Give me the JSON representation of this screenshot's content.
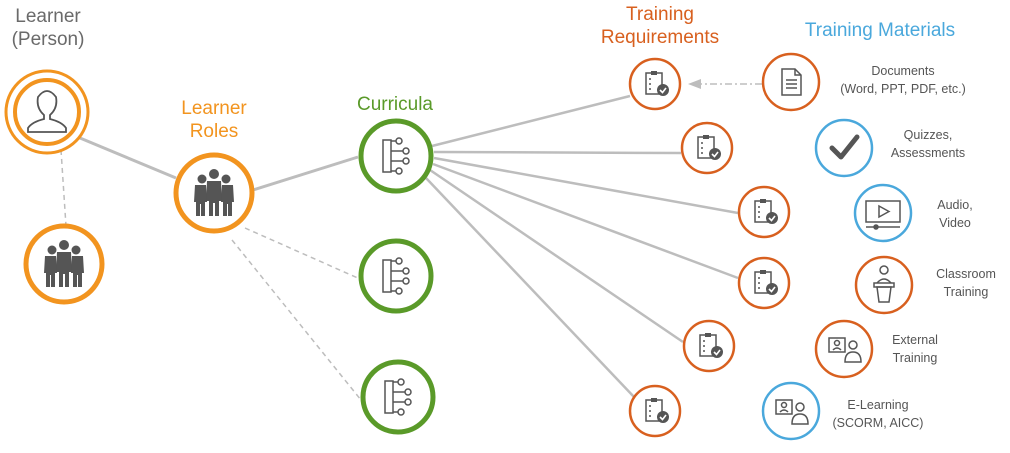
{
  "labels": {
    "learner_line1": "Learner",
    "learner_line2": "(Person)",
    "roles_line1": "Learner",
    "roles_line2": "Roles",
    "curricula": "Curricula",
    "requirements_line1": "Training",
    "requirements_line2": "Requirements",
    "materials": "Training Materials"
  },
  "materials": [
    {
      "line1": "Documents",
      "line2": "(Word, PPT, PDF, etc.)",
      "icon": "document-icon"
    },
    {
      "line1": "Quizzes,",
      "line2": "Assessments",
      "icon": "checkmark-icon"
    },
    {
      "line1": "Audio,",
      "line2": "Video",
      "icon": "video-player-icon"
    },
    {
      "line1": "Classroom",
      "line2": "Training",
      "icon": "podium-icon"
    },
    {
      "line1": "External",
      "line2": "Training",
      "icon": "person-board-icon"
    },
    {
      "line1": "E-Learning",
      "line2": "(SCORM, AICC)",
      "icon": "person-screen-icon"
    }
  ],
  "colors": {
    "learner": "#f2941f",
    "curricula": "#5a9a29",
    "requirement": "#d8601f",
    "material_blue": "#4aa8dc",
    "material_orange": "#d8601f",
    "connector": "#bdbdbd",
    "icon": "#555555"
  }
}
